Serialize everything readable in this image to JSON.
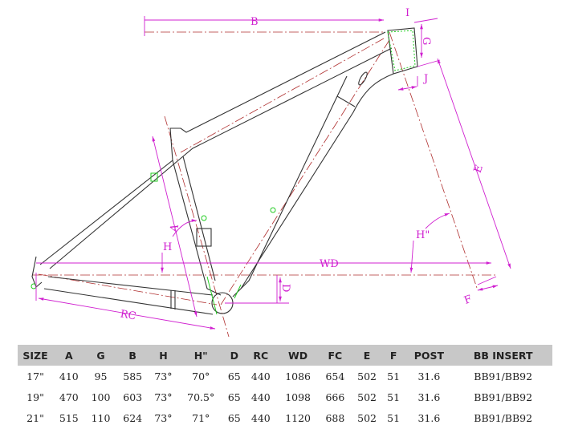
{
  "diagram": {
    "title": "Frame geometry drawing",
    "labels": {
      "B": "B",
      "I": "I",
      "G": "G",
      "J": "J",
      "E": "E",
      "H2": "H\"",
      "F": "F",
      "WD": "WD",
      "D": "D",
      "RC": "RC",
      "A": "A",
      "H": "H"
    },
    "colors": {
      "frame": "#333333",
      "dimension": "#d020d0",
      "centerline": "#b03030",
      "detail": "#22cc22"
    }
  },
  "table": {
    "headers": [
      "SIZE",
      "A",
      "G",
      "B",
      "H",
      "H\"",
      "D",
      "RC",
      "WD",
      "FC",
      "E",
      "F",
      "POST",
      "BB INSERT"
    ],
    "rows": [
      [
        "17\"",
        "410",
        "95",
        "585",
        "73°",
        "70°",
        "65",
        "440",
        "1086",
        "654",
        "502",
        "51",
        "31.6",
        "BB91/BB92"
      ],
      [
        "19\"",
        "470",
        "100",
        "603",
        "73°",
        "70.5°",
        "65",
        "440",
        "1098",
        "666",
        "502",
        "51",
        "31.6",
        "BB91/BB92"
      ],
      [
        "21\"",
        "515",
        "110",
        "624",
        "73°",
        "71°",
        "65",
        "440",
        "1120",
        "688",
        "502",
        "51",
        "31.6",
        "BB91/BB92"
      ]
    ]
  }
}
